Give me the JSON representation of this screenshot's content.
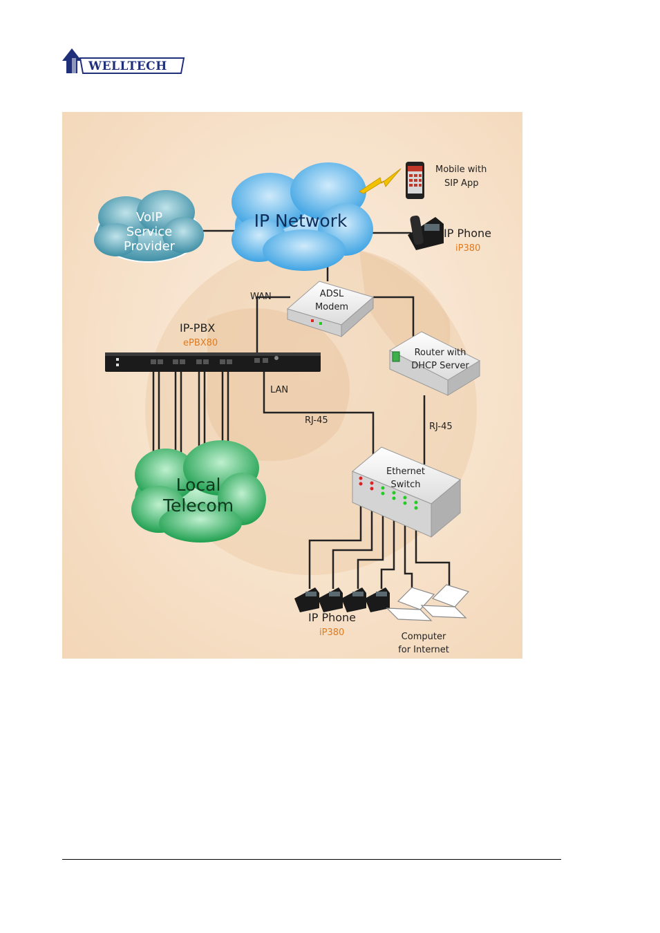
{
  "header": {
    "logo_text": "WELLTECH"
  },
  "diagram": {
    "clouds": {
      "voip": [
        "VoIP",
        "Service",
        "Provider"
      ],
      "ip_network": "IP Network",
      "local_telecom": [
        "Local",
        "Telecom"
      ]
    },
    "devices": {
      "mobile": [
        "Mobile with",
        "SIP App"
      ],
      "ip_phone_top": {
        "name": "IP Phone",
        "model": "iP380"
      },
      "adsl": [
        "ADSL",
        "Modem"
      ],
      "pbx": {
        "name": "IP-PBX",
        "model": "ePBX80"
      },
      "router": [
        "Router with",
        "DHCP Server"
      ],
      "switch": [
        "Ethernet",
        "Switch"
      ],
      "ip_phone_bottom": {
        "name": "IP Phone",
        "model": "iP380"
      },
      "computer": [
        "Computer",
        "for Internet"
      ]
    },
    "links": {
      "wan": "WAN",
      "lan": "LAN",
      "rj45_left": "RJ-45",
      "rj45_right": "RJ-45"
    },
    "colors": {
      "model_text": "#e07a1f",
      "ip_cloud": "#5fb8ec",
      "voip_cloud": "#5aa9b8",
      "telecom_cloud": "#3fb86a",
      "background": "#f7e4cf"
    }
  }
}
